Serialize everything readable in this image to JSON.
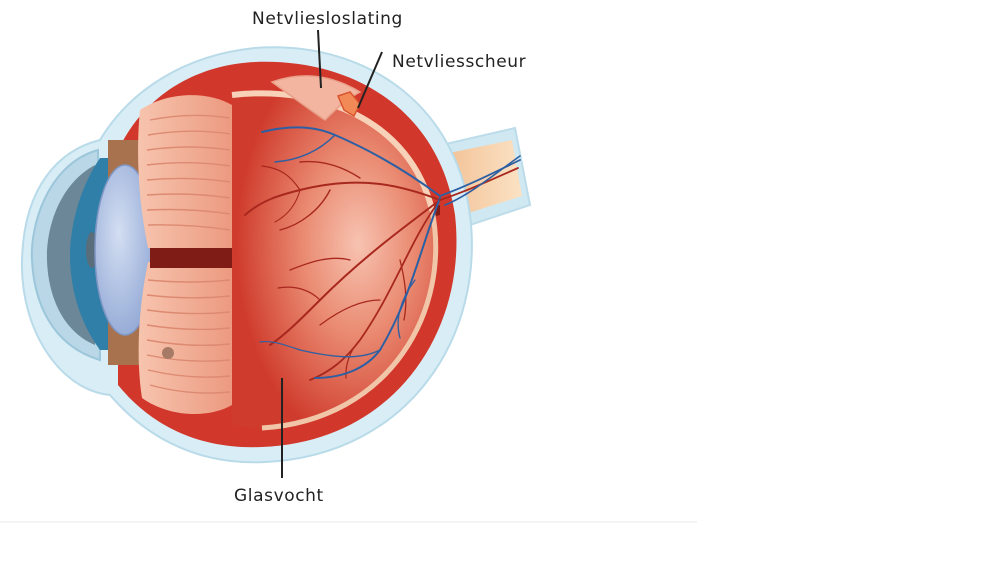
{
  "labels": {
    "retinal_detachment": "Netvliesloslating",
    "retinal_tear": "Netvliesscheur",
    "vitreous_humor": "Glasvocht"
  },
  "colors": {
    "outer_sclera_blue": "#cfe8f2",
    "eyeball_red": "#d0342a",
    "inner_red": "#e06a55",
    "retina_pink": "#f3b39c",
    "ciliary_peach": "#f2a990",
    "lens_blue": "#a9bde0",
    "iris_teal": "#2f7fa8",
    "vein_blue": "#2d5fa3",
    "artery_red": "#a8281e",
    "optic_nerve": "#f4c79a",
    "leader_line": "#222222"
  }
}
